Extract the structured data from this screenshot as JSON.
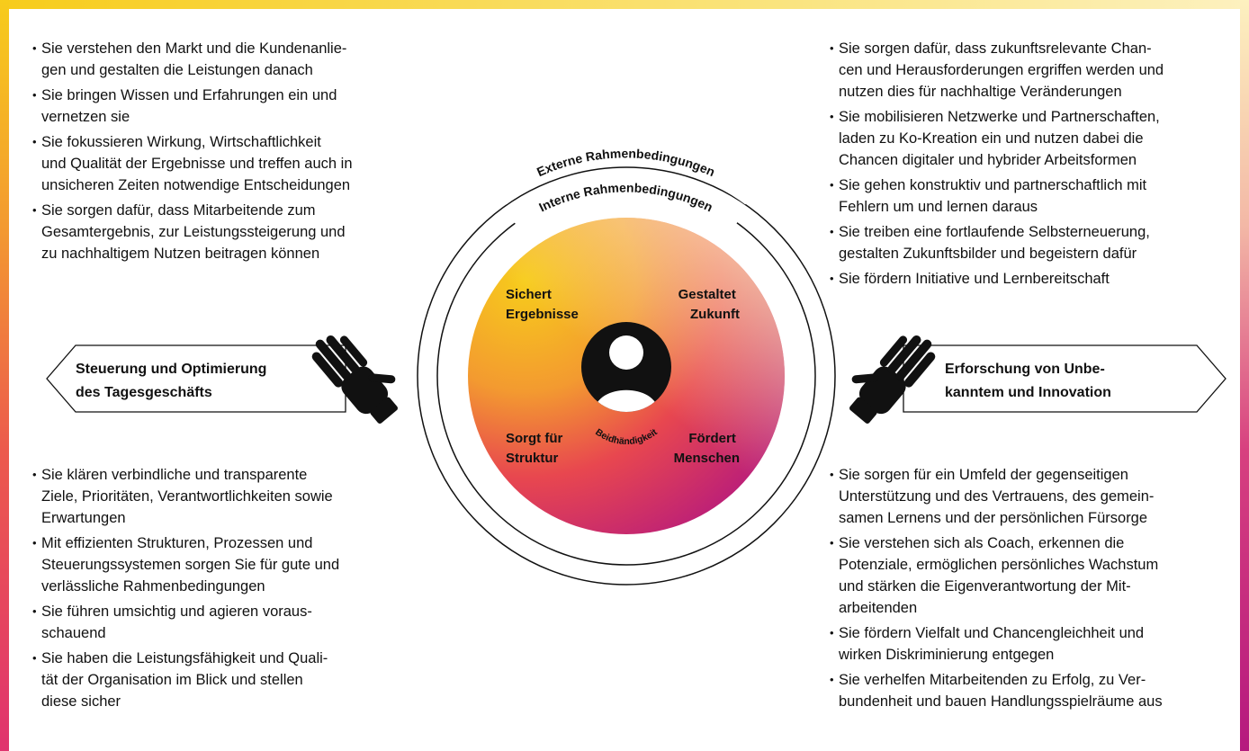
{
  "center": {
    "outer_label": "Externe Rahmenbedingungen",
    "inner_label": "Interne Rahmenbedingungen",
    "core_label": "Beidhändigkeit",
    "quadrants": {
      "top_left": [
        "Sichert",
        "Ergebnisse"
      ],
      "top_right": [
        "Gestaltet",
        "Zukunft"
      ],
      "bottom_left": [
        "Sorgt für",
        "Struktur"
      ],
      "bottom_right": [
        "Fördert",
        "Menschen"
      ]
    }
  },
  "left_arrow": {
    "lines": [
      "Steuerung und Optimierung",
      "des Tagesgeschäfts"
    ]
  },
  "right_arrow": {
    "lines": [
      "Erforschung von Unbe-",
      "kanntem und Innovation"
    ]
  },
  "lists": {
    "top_left": [
      [
        "Sie verstehen den Markt und die Kundenanlie-",
        "gen und gestalten die Leistungen danach"
      ],
      [
        "Sie bringen Wissen und Erfahrungen ein und",
        "vernetzen sie"
      ],
      [
        "Sie fokussieren Wirkung, Wirtschaftlichkeit",
        "und Qualität der Ergebnisse und treffen auch in",
        "unsicheren Zeiten notwendige Entscheidungen"
      ],
      [
        "Sie sorgen dafür, dass Mitarbeitende zum",
        "Gesamtergebnis, zur Leistungssteigerung und",
        "zu nachhaltigem Nutzen beitragen können"
      ]
    ],
    "bottom_left": [
      [
        "Sie klären verbindliche und transparente",
        "Ziele, Prioritäten, Verantwortlichkeiten sowie",
        "Erwartungen"
      ],
      [
        "Mit effizienten Strukturen, Prozessen und",
        "Steuerungssystemen sorgen Sie für gute und",
        "verlässliche Rahmenbedingungen"
      ],
      [
        "Sie führen umsichtig und agieren voraus-",
        "schauend"
      ],
      [
        "Sie haben die Leistungsfähigkeit und Quali-",
        "tät der Organisation im Blick und stellen",
        "diese sicher"
      ]
    ],
    "top_right": [
      [
        "Sie sorgen dafür, dass zukunftsrelevante Chan-",
        "cen und Herausforderungen ergriffen werden und",
        "nutzen dies für nachhaltige Veränderungen"
      ],
      [
        "Sie mobilisieren Netzwerke und Partnerschaften,",
        "laden zu Ko-Kreation ein und nutzen dabei die",
        "Chancen digitaler und hybrider Arbeitsformen"
      ],
      [
        "Sie gehen konstruktiv und partnerschaftlich mit",
        "Fehlern um und lernen daraus"
      ],
      [
        "Sie treiben eine fortlaufende Selbsterneuerung,",
        "gestalten Zukunftsbilder und begeistern dafür"
      ],
      [
        "Sie fördern Initiative und Lernbereitschaft"
      ]
    ],
    "bottom_right": [
      [
        "Sie sorgen für ein Umfeld der gegenseitigen",
        "Unterstützung und des Vertrauens, des gemein-",
        "samen Lernens und der persönlichen Fürsorge"
      ],
      [
        "Sie verstehen sich als Coach, erkennen die",
        "Potenziale, ermöglichen persönliches Wachstum",
        "und stärken die Eigenverantwortung der Mit-",
        "arbeitenden"
      ],
      [
        "Sie fördern Vielfalt und Chancengleichheit und",
        "wirken Diskriminierung entgegen"
      ],
      [
        "Sie verhelfen Mitarbeitenden zu Erfolg, zu Ver-",
        "bundenheit und bauen Handlungsspielräume aus"
      ]
    ]
  },
  "icons": {
    "left_hand": "waving-hand-icon",
    "right_hand": "waving-hand-icon",
    "person": "person-avatar-icon"
  },
  "colors": {
    "yellow": "#f7cc1b",
    "orange": "#f08a2c",
    "red": "#e8474f",
    "magenta": "#b5197e",
    "light": "#fdf1bf"
  }
}
